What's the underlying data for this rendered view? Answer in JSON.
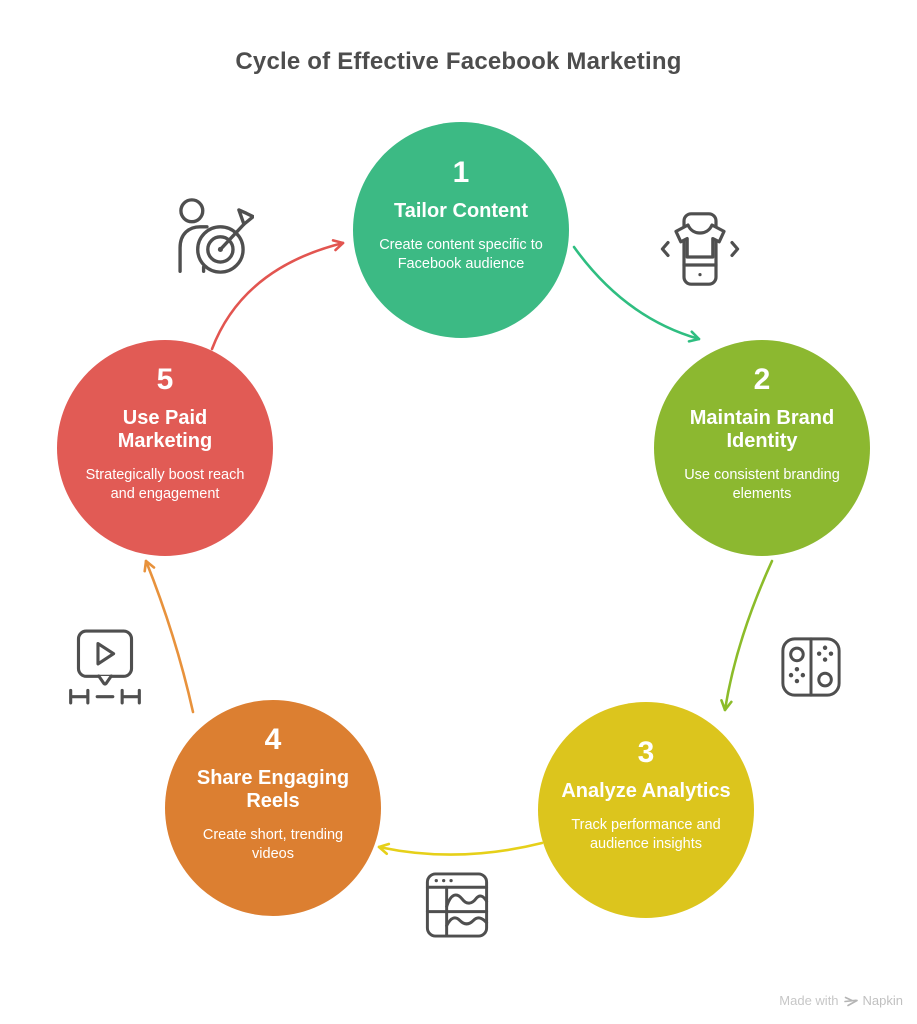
{
  "title": "Cycle of Effective Facebook Marketing",
  "steps": [
    {
      "number": "1",
      "title": "Tailor Content",
      "description": "Create content specific to Facebook audience",
      "color": "#3cba84"
    },
    {
      "number": "2",
      "title": "Maintain Brand Identity",
      "description": "Use consistent branding elements",
      "color": "#8cb830"
    },
    {
      "number": "3",
      "title": "Analyze Analytics",
      "description": "Track performance and audience insights",
      "color": "#dcc51d"
    },
    {
      "number": "4",
      "title": "Share Engaging Reels",
      "description": "Create short, trending videos",
      "color": "#dc7f31"
    },
    {
      "number": "5",
      "title": "Use Paid Marketing",
      "description": "Strategically boost reach and engagement",
      "color": "#e15b55"
    }
  ],
  "arrows": [
    {
      "from": "5",
      "to": "1",
      "color": "#e25550"
    },
    {
      "from": "1",
      "to": "2",
      "color": "#2fbe81"
    },
    {
      "from": "2",
      "to": "3",
      "color": "#8cbc2a"
    },
    {
      "from": "3",
      "to": "4",
      "color": "#e6d019"
    },
    {
      "from": "4",
      "to": "5",
      "color": "#e8923c"
    }
  ],
  "icons": {
    "stroke_color": "#4f4f4f",
    "names": [
      "audience-target-icon",
      "phone-tshirt-icon",
      "game-controller-icon",
      "analytics-dashboard-icon",
      "video-reel-icon"
    ]
  },
  "footer": {
    "made_with": "Made with",
    "brand": "Napkin"
  }
}
